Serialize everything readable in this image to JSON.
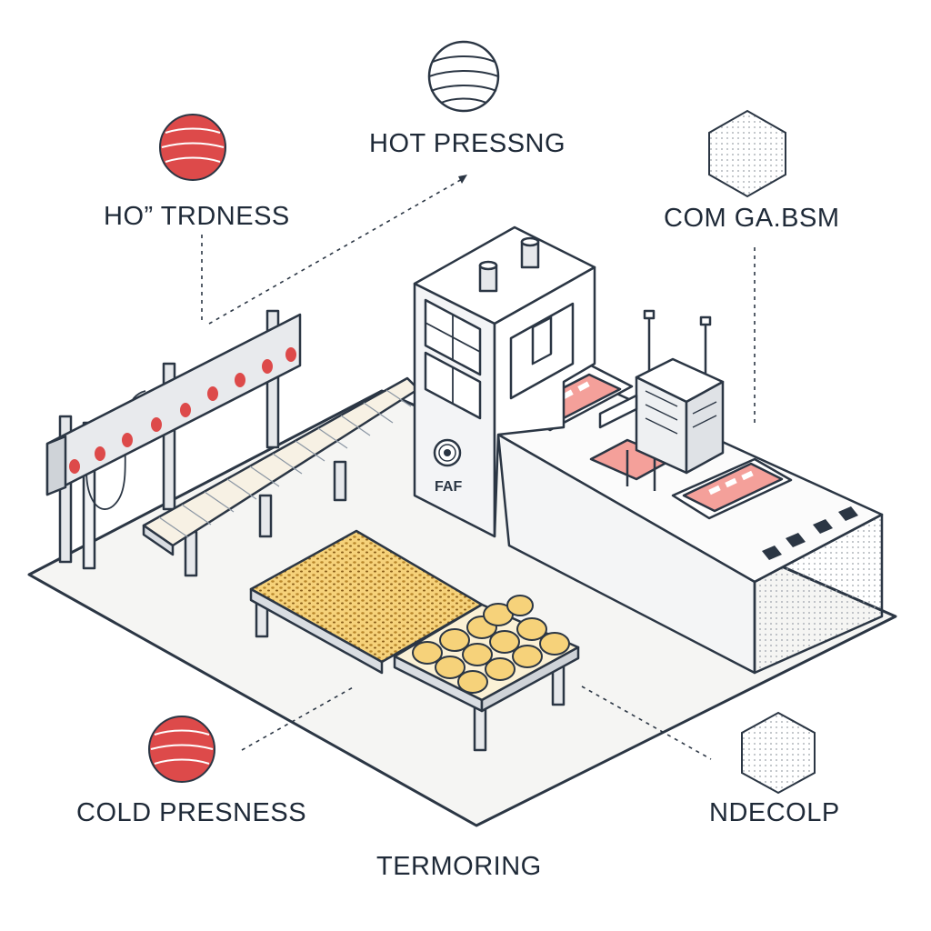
{
  "labels": {
    "hot_pressing": "HOT PRESSNG",
    "hot_trdness": "HO” TRDNESS",
    "com_gabsm": "COM GA.BSM",
    "cold_presness": "COLD PRESNESS",
    "ndecolp": "NDECOLP",
    "termoring": "TERMORING"
  },
  "machine_badge": "FAF",
  "colors": {
    "line": "#2b3644",
    "accent_red": "#dd4a4a",
    "accent_pink": "#f4a09a",
    "yellow": "#f6d27a",
    "yellow_dark": "#c79b35",
    "floor": "#f4f4f2",
    "pattern_gray": "#b8bcc2"
  },
  "icons": {
    "top_center": "striped-sphere-icon",
    "top_left": "red-striped-ball-icon",
    "top_right": "dotted-hexagon-icon",
    "bottom_left": "red-striped-ball-icon",
    "bottom_right": "dotted-hexagon-icon"
  }
}
